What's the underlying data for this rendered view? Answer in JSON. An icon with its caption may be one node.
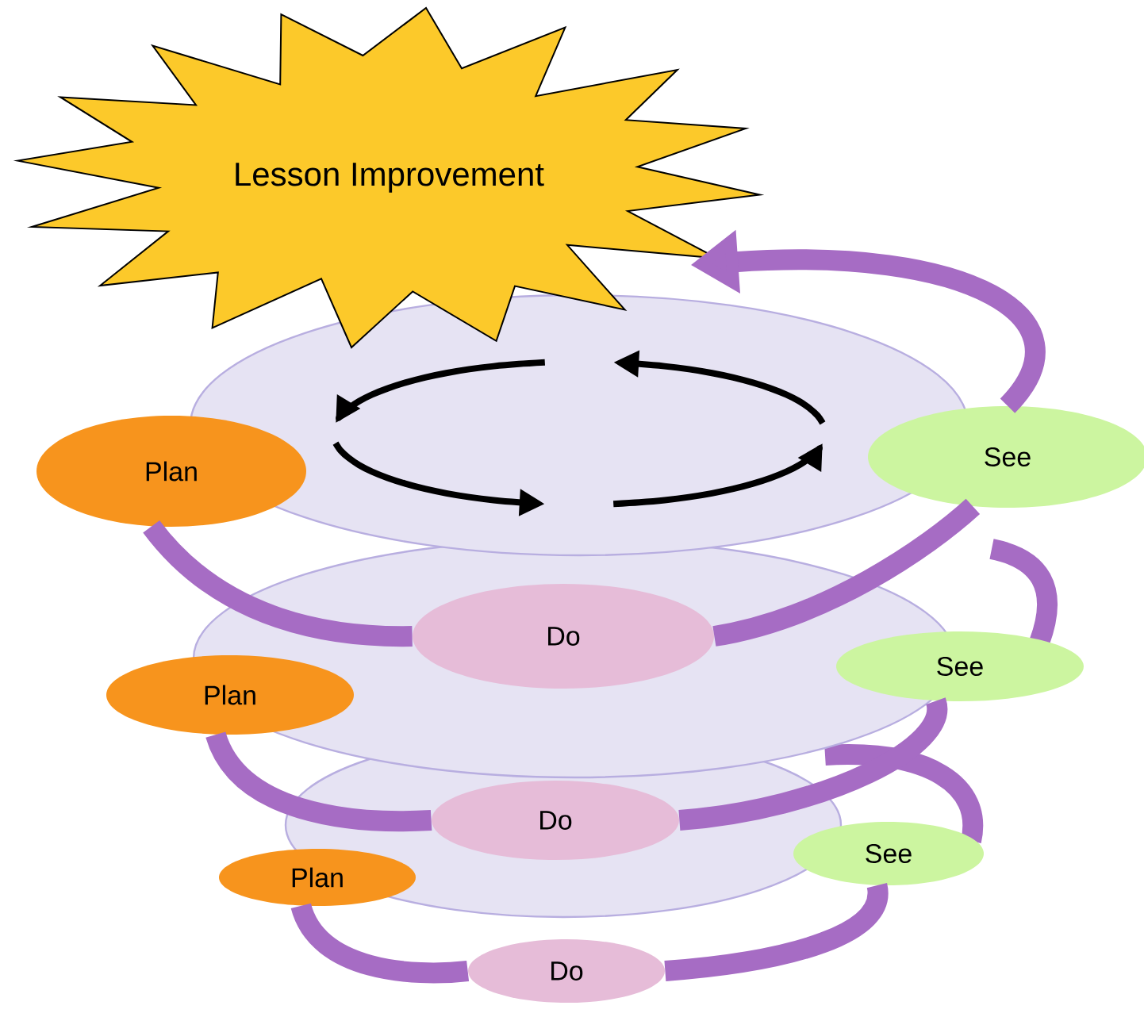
{
  "diagram": {
    "nodes": [
      {
        "text": [
          "Lesson Improvement"
        ]
      },
      {
        "text": [
          "Plan"
        ]
      },
      {
        "text": [
          "See"
        ]
      },
      {
        "text": [
          "Do"
        ]
      },
      {
        "text": [
          "Plan"
        ]
      },
      {
        "text": [
          "See"
        ]
      },
      {
        "text": [
          "Do"
        ]
      },
      {
        "text": [
          "Plan"
        ]
      },
      {
        "text": [
          "See"
        ]
      },
      {
        "text": [
          "Do"
        ]
      }
    ],
    "edges": [
      {
        "from": 2,
        "to": 0,
        "arrow": "to",
        "color": "#a66cc4"
      },
      {
        "from": 1,
        "to": 3,
        "arrow": "none",
        "color": "#a66cc4"
      },
      {
        "from": 3,
        "to": 2,
        "arrow": "none",
        "color": "#a66cc4"
      },
      {
        "from": 4,
        "to": 6,
        "arrow": "none",
        "color": "#a66cc4"
      },
      {
        "from": 6,
        "to": 5,
        "arrow": "none",
        "color": "#a66cc4"
      },
      {
        "from": 7,
        "to": 9,
        "arrow": "none",
        "color": "#a66cc4"
      },
      {
        "from": 9,
        "to": 8,
        "arrow": "none",
        "color": "#a66cc4"
      }
    ]
  }
}
